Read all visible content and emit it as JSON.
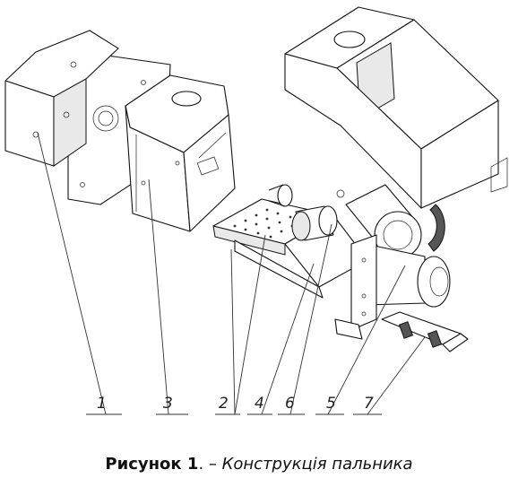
{
  "figure": {
    "callouts": [
      {
        "id": "1",
        "label": "1"
      },
      {
        "id": "3",
        "label": "3"
      },
      {
        "id": "2",
        "label": "2"
      },
      {
        "id": "4",
        "label": "4"
      },
      {
        "id": "6",
        "label": "6"
      },
      {
        "id": "5",
        "label": "5"
      },
      {
        "id": "7",
        "label": "7"
      }
    ],
    "caption": {
      "label": "Рисунок 1",
      "separator": ". – ",
      "title": "Конструкція пальника"
    }
  }
}
